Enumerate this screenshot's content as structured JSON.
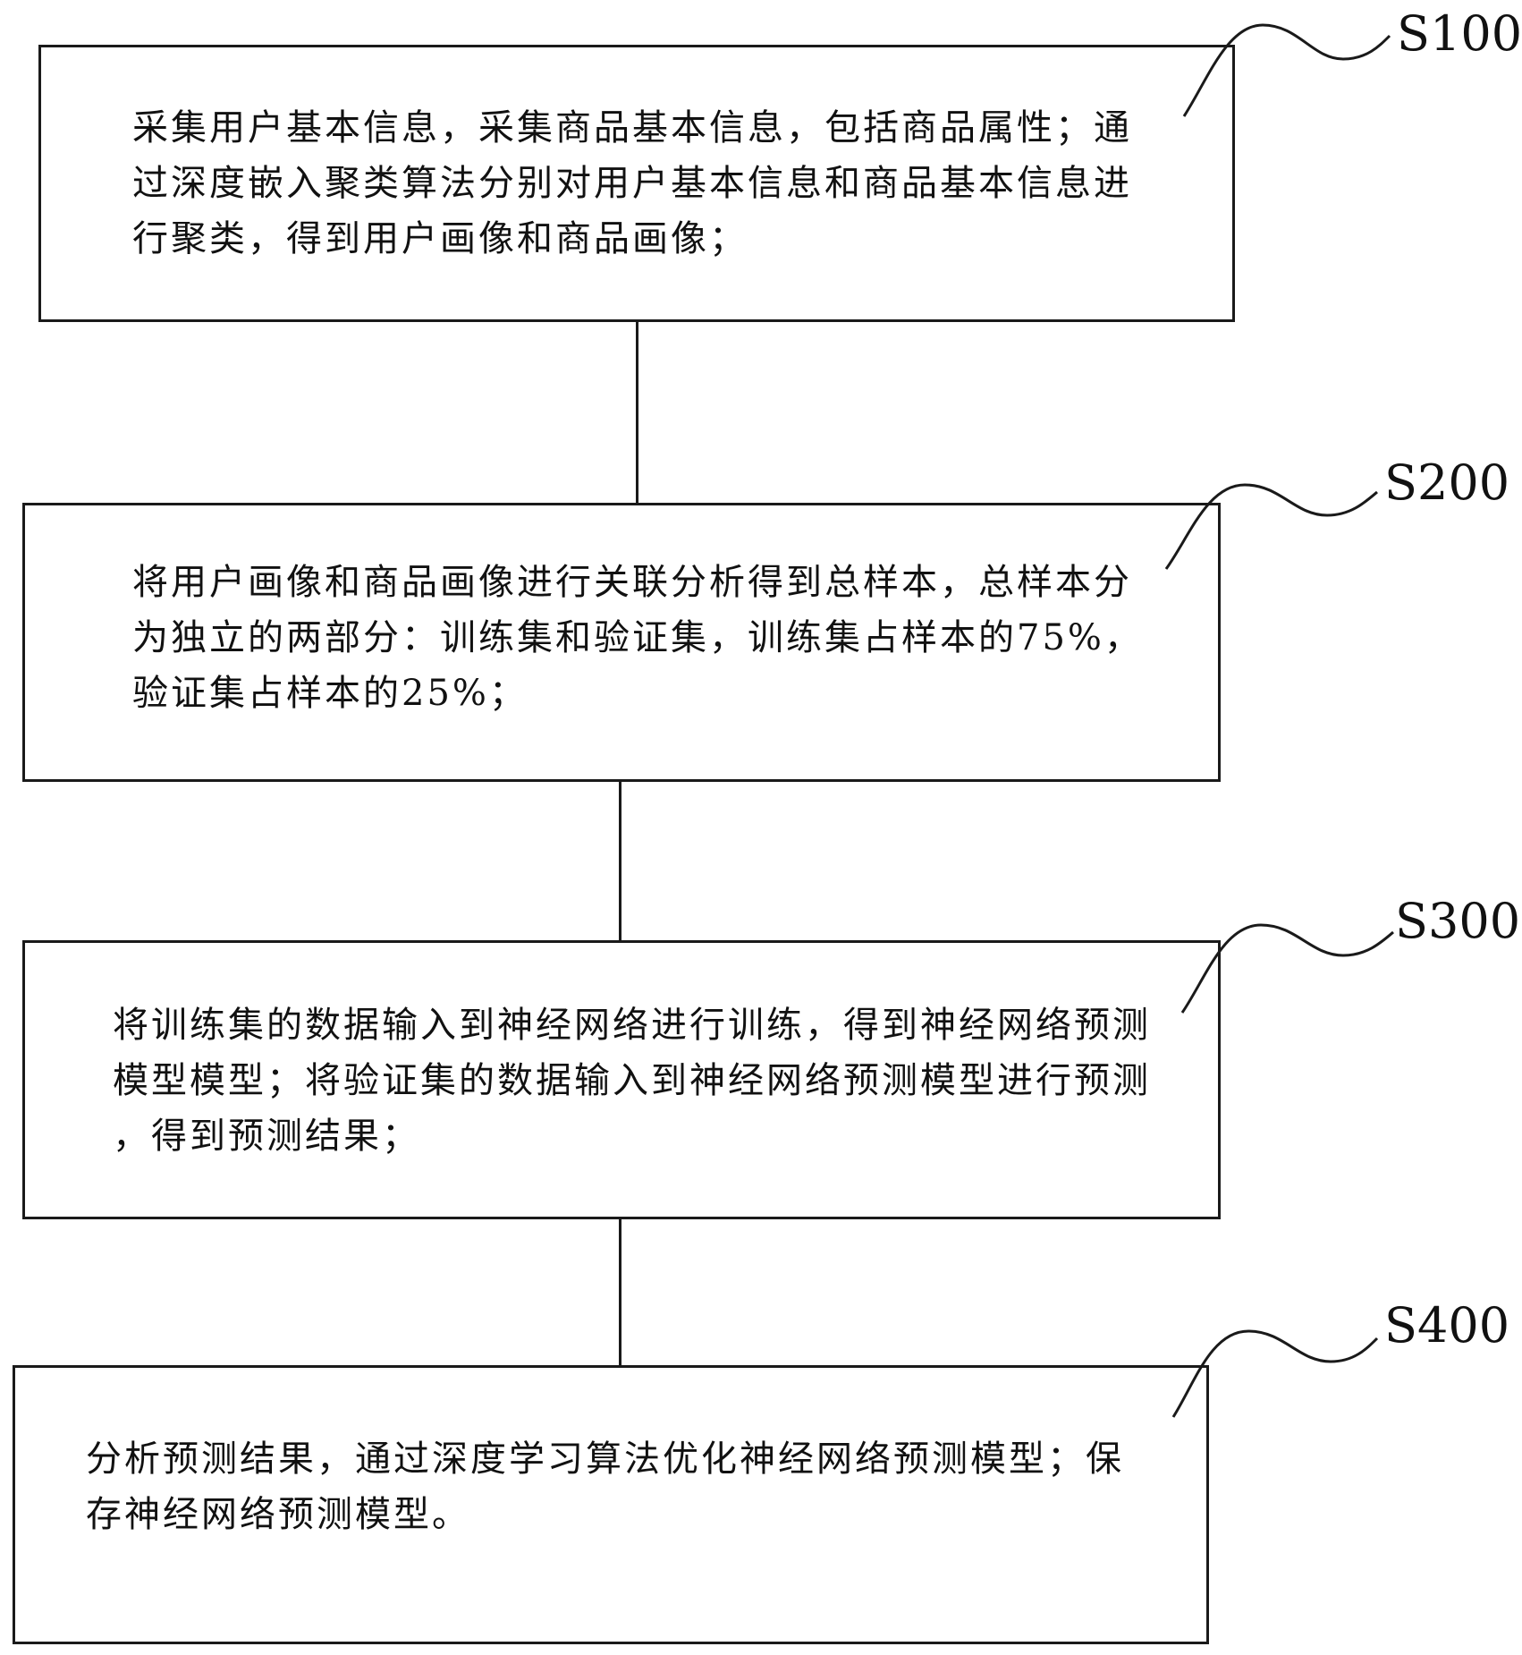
{
  "steps": [
    {
      "label": "S100",
      "lines": [
        "采集用户基本信息，采集商品基本信息，包括商品属性；通",
        "过深度嵌入聚类算法分别对用户基本信息和商品基本信息进",
        "行聚类，得到用户画像和商品画像；"
      ]
    },
    {
      "label": "S200",
      "lines": [
        "将用户画像和商品画像进行关联分析得到总样本，总样本分",
        "为独立的两部分：训练集和验证集，训练集占样本的75%，",
        "验证集占样本的25%；"
      ]
    },
    {
      "label": "S300",
      "lines": [
        "将训练集的数据输入到神经网络进行训练，得到神经网络预测",
        "模型模型；将验证集的数据输入到神经网络预测模型进行预测",
        "，得到预测结果；"
      ]
    },
    {
      "label": "S400",
      "lines": [
        "分析预测结果，通过深度学习算法优化神经网络预测模型；保",
        "存神经网络预测模型。"
      ]
    }
  ]
}
